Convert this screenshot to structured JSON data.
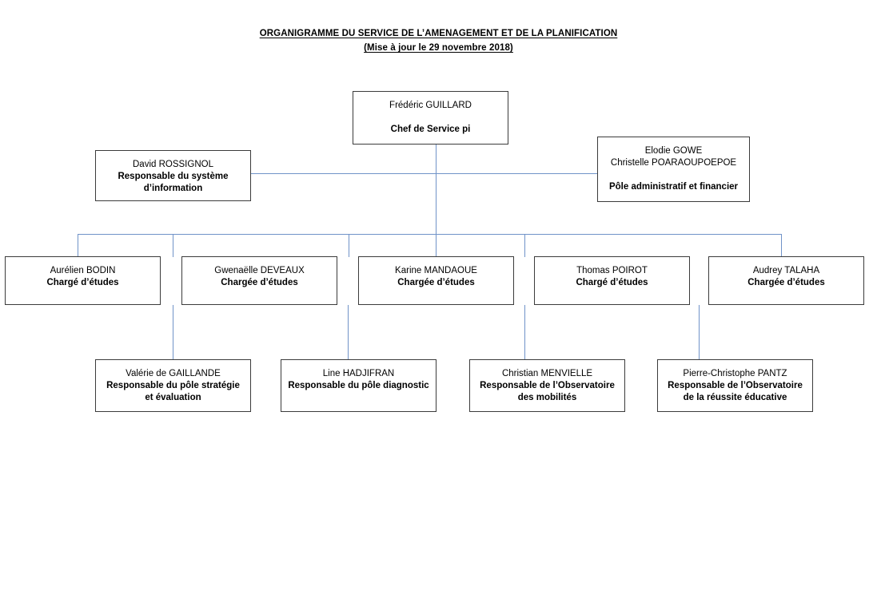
{
  "document": {
    "title_line_1": "ORGANIGRAMME DU SERVICE DE L’AMENAGEMENT ET DE LA PLANIFICATION",
    "title_line_2": "(Mise à jour le 29 novembre 2018)"
  },
  "theme": {
    "page_background": "#ffffff",
    "box_border": "#3b3b3b",
    "connector_line": "#7093c8",
    "text": "#000000"
  },
  "chart_data": {
    "type": "diagram",
    "diagram_kind": "organizational-chart",
    "title": "ORGANIGRAMME DU SERVICE DE L’AMENAGEMENT ET DE LA PLANIFICATION",
    "subtitle": "(Mise à jour le 29 novembre 2018)",
    "nodes": [
      {
        "id": "guillard",
        "level": 1,
        "person": "Frédéric GUILLARD",
        "role": "Chef de Service pi",
        "role_spacing": "gap"
      },
      {
        "id": "rossignol",
        "level": 2,
        "person": "David ROSSIGNOL",
        "role": "Responsable du système\nd’information",
        "role_spacing": "tight"
      },
      {
        "id": "gowe",
        "level": 2,
        "person": "Elodie GOWE\nChristelle POARAOUPOEPOE",
        "role": "Pôle administratif et financier",
        "role_spacing": "gap"
      },
      {
        "id": "bodin",
        "level": 3,
        "person": "Aurélien BODIN",
        "role": "Chargé d’études",
        "role_spacing": "tight"
      },
      {
        "id": "deveaux",
        "level": 3,
        "person": "Gwenaëlle DEVEAUX",
        "role": "Chargée d’études",
        "role_spacing": "tight"
      },
      {
        "id": "mandaoue",
        "level": 3,
        "person": "Karine MANDAOUE",
        "role": "Chargée d’études",
        "role_spacing": "tight"
      },
      {
        "id": "poirot",
        "level": 3,
        "person": "Thomas POIROT",
        "role": "Chargé d’études",
        "role_spacing": "tight"
      },
      {
        "id": "talaha",
        "level": 3,
        "person": "Audrey TALAHA",
        "role": "Chargée d’études",
        "role_spacing": "tight"
      },
      {
        "id": "gaillande",
        "level": 4,
        "person": "Valérie de GAILLANDE",
        "role": "Responsable du pôle stratégie\net évaluation",
        "role_spacing": "tight"
      },
      {
        "id": "hadjifran",
        "level": 4,
        "person": "Line HADJIFRAN",
        "role": "Responsable du pôle diagnostic",
        "role_spacing": "tight"
      },
      {
        "id": "menvielle",
        "level": 4,
        "person": "Christian MENVIELLE",
        "role": "Responsable de l’Observatoire\ndes mobilités",
        "role_spacing": "tight"
      },
      {
        "id": "pantz",
        "level": 4,
        "person": "Pierre-Christophe PANTZ",
        "role": "Responsable de l’Observatoire\nde la réussite éducative",
        "role_spacing": "tight"
      }
    ],
    "edges": [
      {
        "from": "guillard",
        "to": "bus"
      },
      {
        "from": "rossignol",
        "to": "guillard"
      },
      {
        "from": "gowe",
        "to": "guillard"
      },
      {
        "from": "bus",
        "to": "bodin"
      },
      {
        "from": "bus",
        "to": "deveaux"
      },
      {
        "from": "bus",
        "to": "mandaoue"
      },
      {
        "from": "bus",
        "to": "poirot"
      },
      {
        "from": "bus",
        "to": "talaha"
      },
      {
        "from": "deveaux",
        "to": "gaillande"
      },
      {
        "from": "mandaoue",
        "to": "hadjifran"
      },
      {
        "from": "poirot",
        "to": "menvielle"
      },
      {
        "from": "talaha",
        "to": "pantz"
      }
    ]
  }
}
